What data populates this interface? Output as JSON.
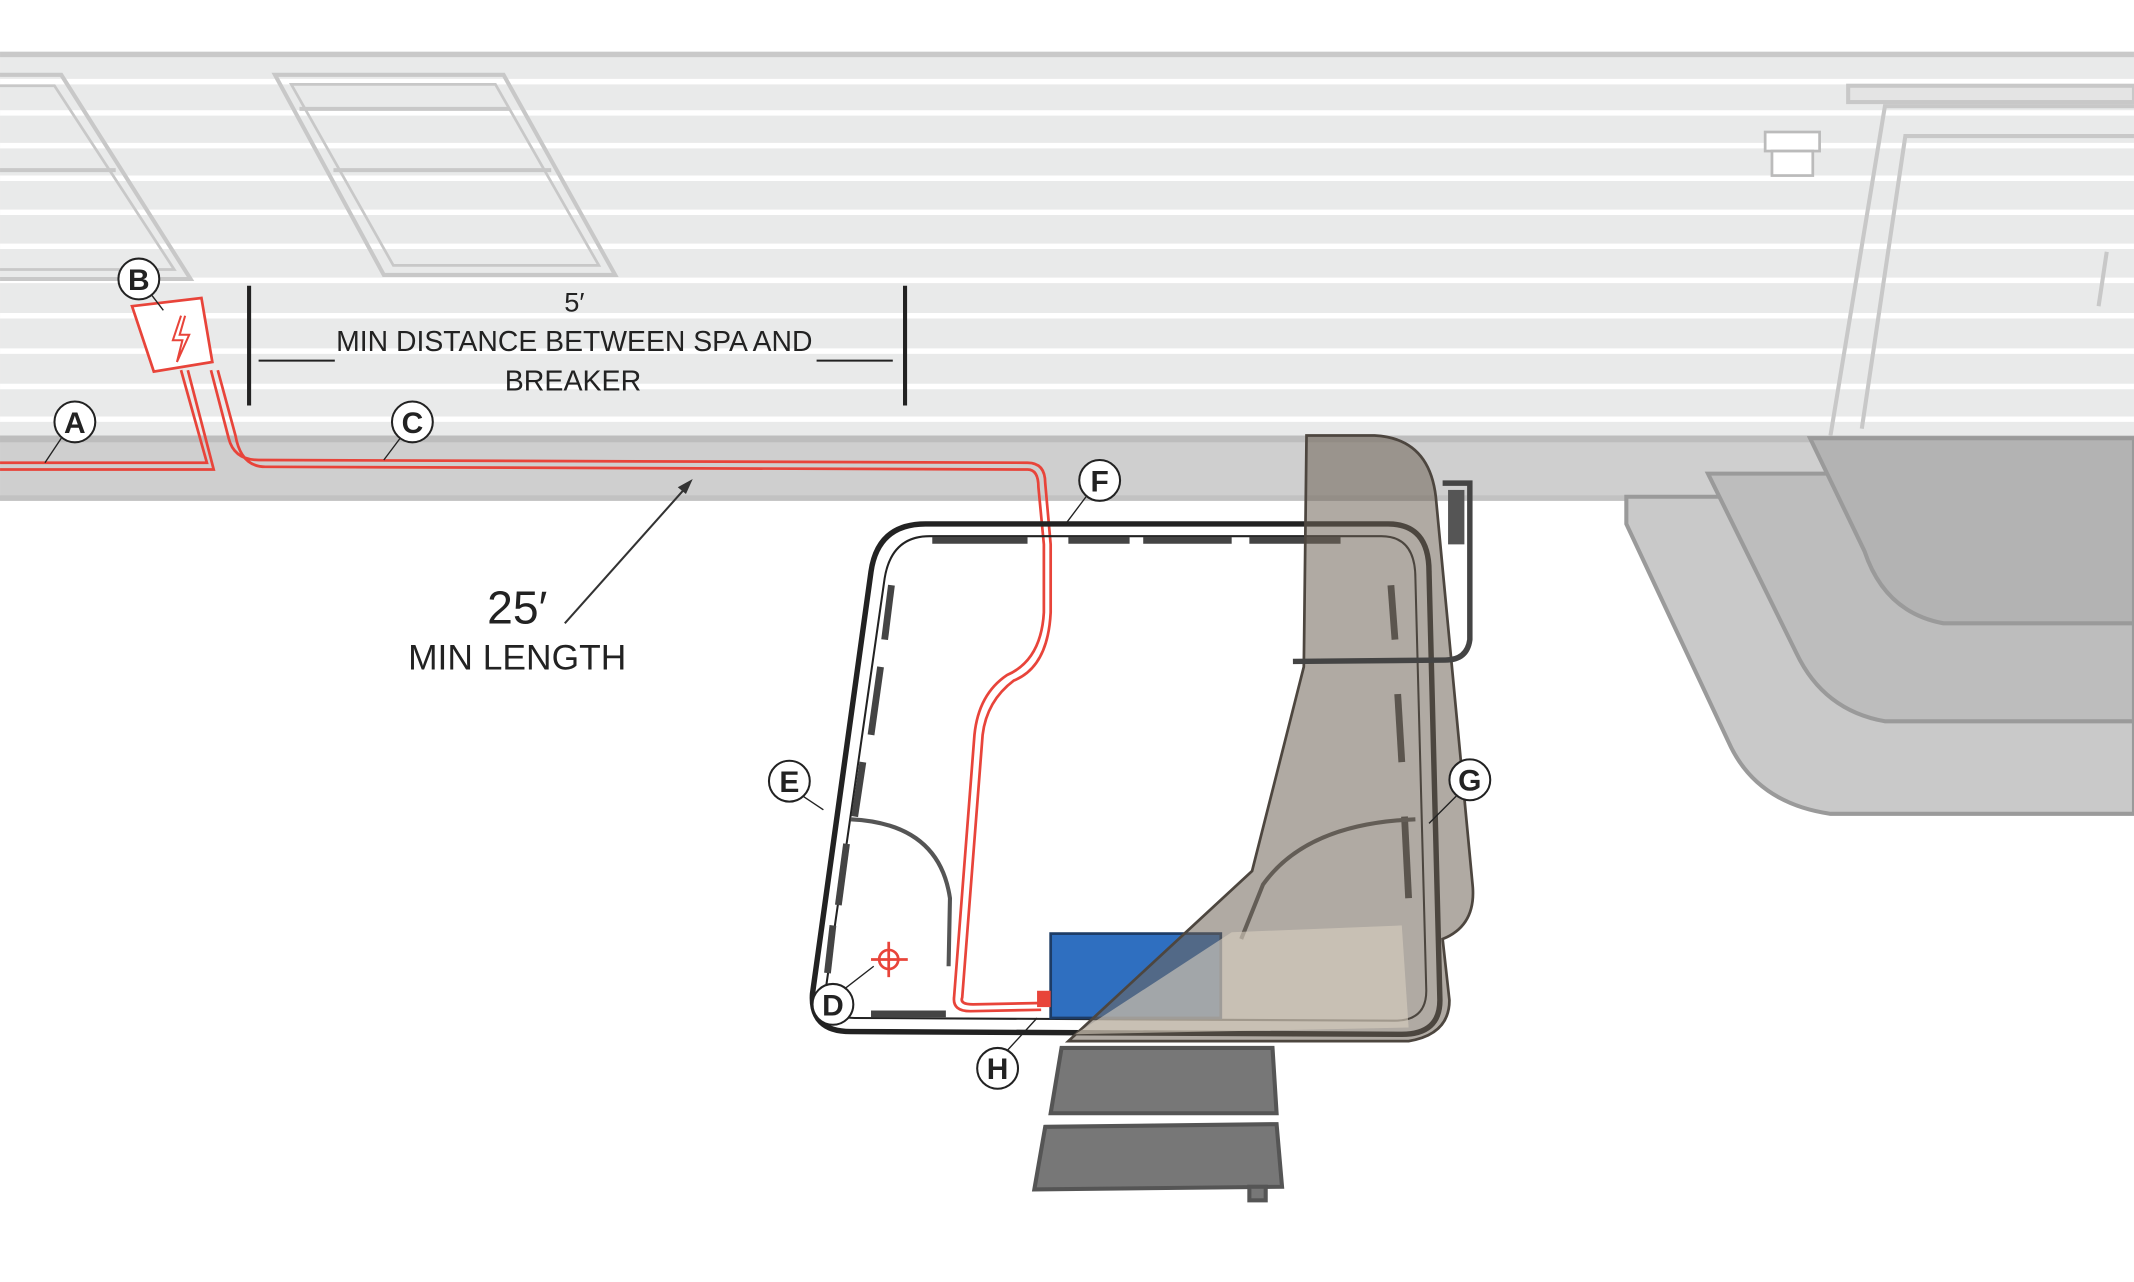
{
  "title": "Spa electrical installation diagram",
  "dimension_breaker": {
    "value": "5′",
    "text_line1": "MIN DISTANCE BETWEEN SPA AND",
    "text_line2": "BREAKER"
  },
  "dimension_cable": {
    "value": "25′",
    "text": "MIN LENGTH"
  },
  "callouts": [
    "A",
    "B",
    "C",
    "D",
    "E",
    "F",
    "G",
    "H"
  ],
  "colors": {
    "wire": "#e8443a",
    "siding": "#e9eaea",
    "foundation": "#cfcfcf",
    "cover": "#6f6457",
    "pack": "#2f6fc0"
  }
}
